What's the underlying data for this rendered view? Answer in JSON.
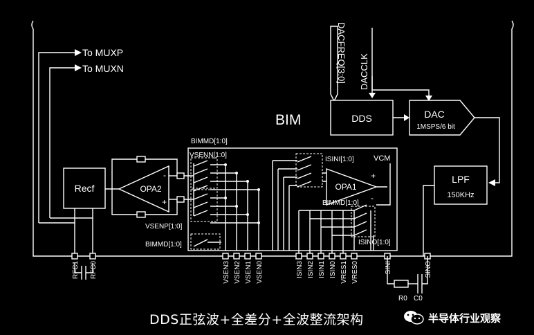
{
  "labels": {
    "to_muxp": "To MUXP",
    "to_muxn": "To MUXN",
    "dacfreq": "DACFREQ[3:0]",
    "dacclk": "DACCLK",
    "bim": "BIM",
    "dds": "DDS",
    "dac": "DAC",
    "dac_spec": "1MSPS/6 bit",
    "lpf": "LPF",
    "lpf_spec": "150KHz",
    "recf": "Recf",
    "opa2": "OPA2",
    "opa1": "OPA1",
    "bimmd_top": "BIMMD[1:0]",
    "vsenn": "VSENN[1:0]",
    "vsenp": "VSENP[1:0]",
    "bimmd_bottom": "BIMMD[1:0]",
    "isini": "ISINI[1:0]",
    "vcm": "VCM",
    "bimmd_right": "BIMMD[1:0]",
    "isino": "ISINO[1:0]",
    "minus": "-",
    "plus": "+",
    "r0": "R0",
    "c0": "C0"
  },
  "pins": [
    "RFC1",
    "RFC0",
    "VSEN3",
    "VSEN2",
    "VSEN1",
    "VSEN0",
    "ISIN3",
    "ISIN2",
    "ISIN1",
    "ISIN0",
    "VRES1",
    "VRES0",
    "SINI",
    "SINO"
  ],
  "caption": "DDS正弦波+全差分+全波整流架构",
  "watermark": "半导体行业观察",
  "colors": {
    "background": "#000000",
    "line": "#ffffff"
  },
  "icons": {
    "watermark_logo": "wechat-icon"
  }
}
